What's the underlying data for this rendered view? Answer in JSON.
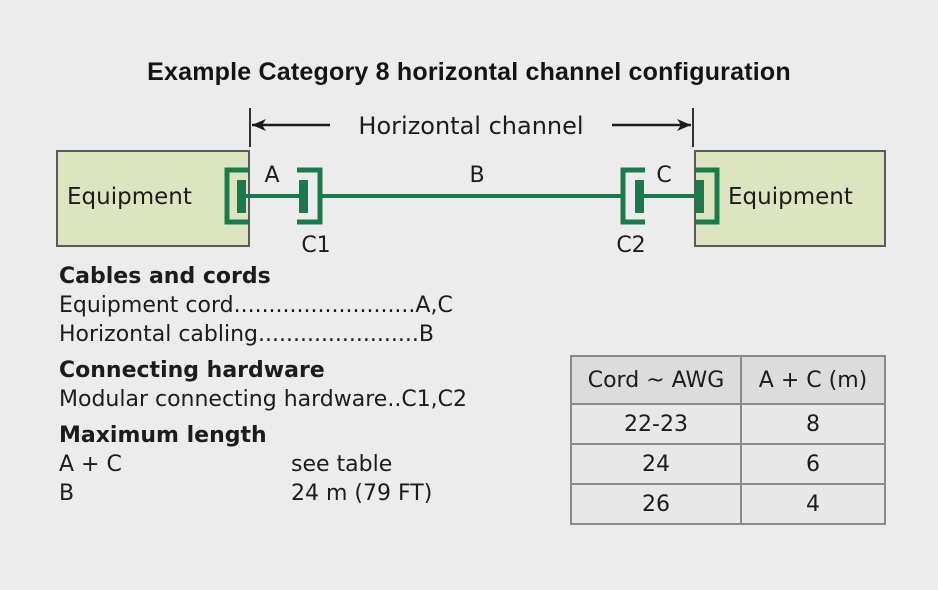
{
  "title": "Example Category 8 horizontal channel configuration",
  "diagram": {
    "span_label": "Horizontal channel",
    "left_equipment": "Equipment",
    "right_equipment": "Equipment",
    "segment_labels": {
      "a": "A",
      "b": "B",
      "c": "C"
    },
    "connector_labels": {
      "c1": "C1",
      "c2": "C2"
    },
    "colors": {
      "cable": "#1a7a4c",
      "equipment_fill": "#dde5c0",
      "equipment_border": "#5a5a5a"
    }
  },
  "legend": {
    "cables_heading": "Cables and cords",
    "cables": [
      {
        "name": "Equipment cord",
        "leader": "..........................",
        "ref": "A,C"
      },
      {
        "name": "Horizontal cabling",
        "leader": ".......................",
        "ref": "B"
      }
    ],
    "hardware_heading": "Connecting hardware",
    "hardware": [
      {
        "name": "Modular connecting hardware",
        "leader": "..",
        "ref": "C1,C2"
      }
    ],
    "max_heading": "Maximum length",
    "max": [
      {
        "segment": "A + C",
        "value": "see table"
      },
      {
        "segment": "B",
        "value": "24 m (79 FT)"
      }
    ]
  },
  "table": {
    "headers": [
      "Cord ~ AWG",
      "A + C (m)"
    ],
    "rows": [
      [
        "22-23",
        "8"
      ],
      [
        "24",
        "6"
      ],
      [
        "26",
        "4"
      ]
    ]
  }
}
